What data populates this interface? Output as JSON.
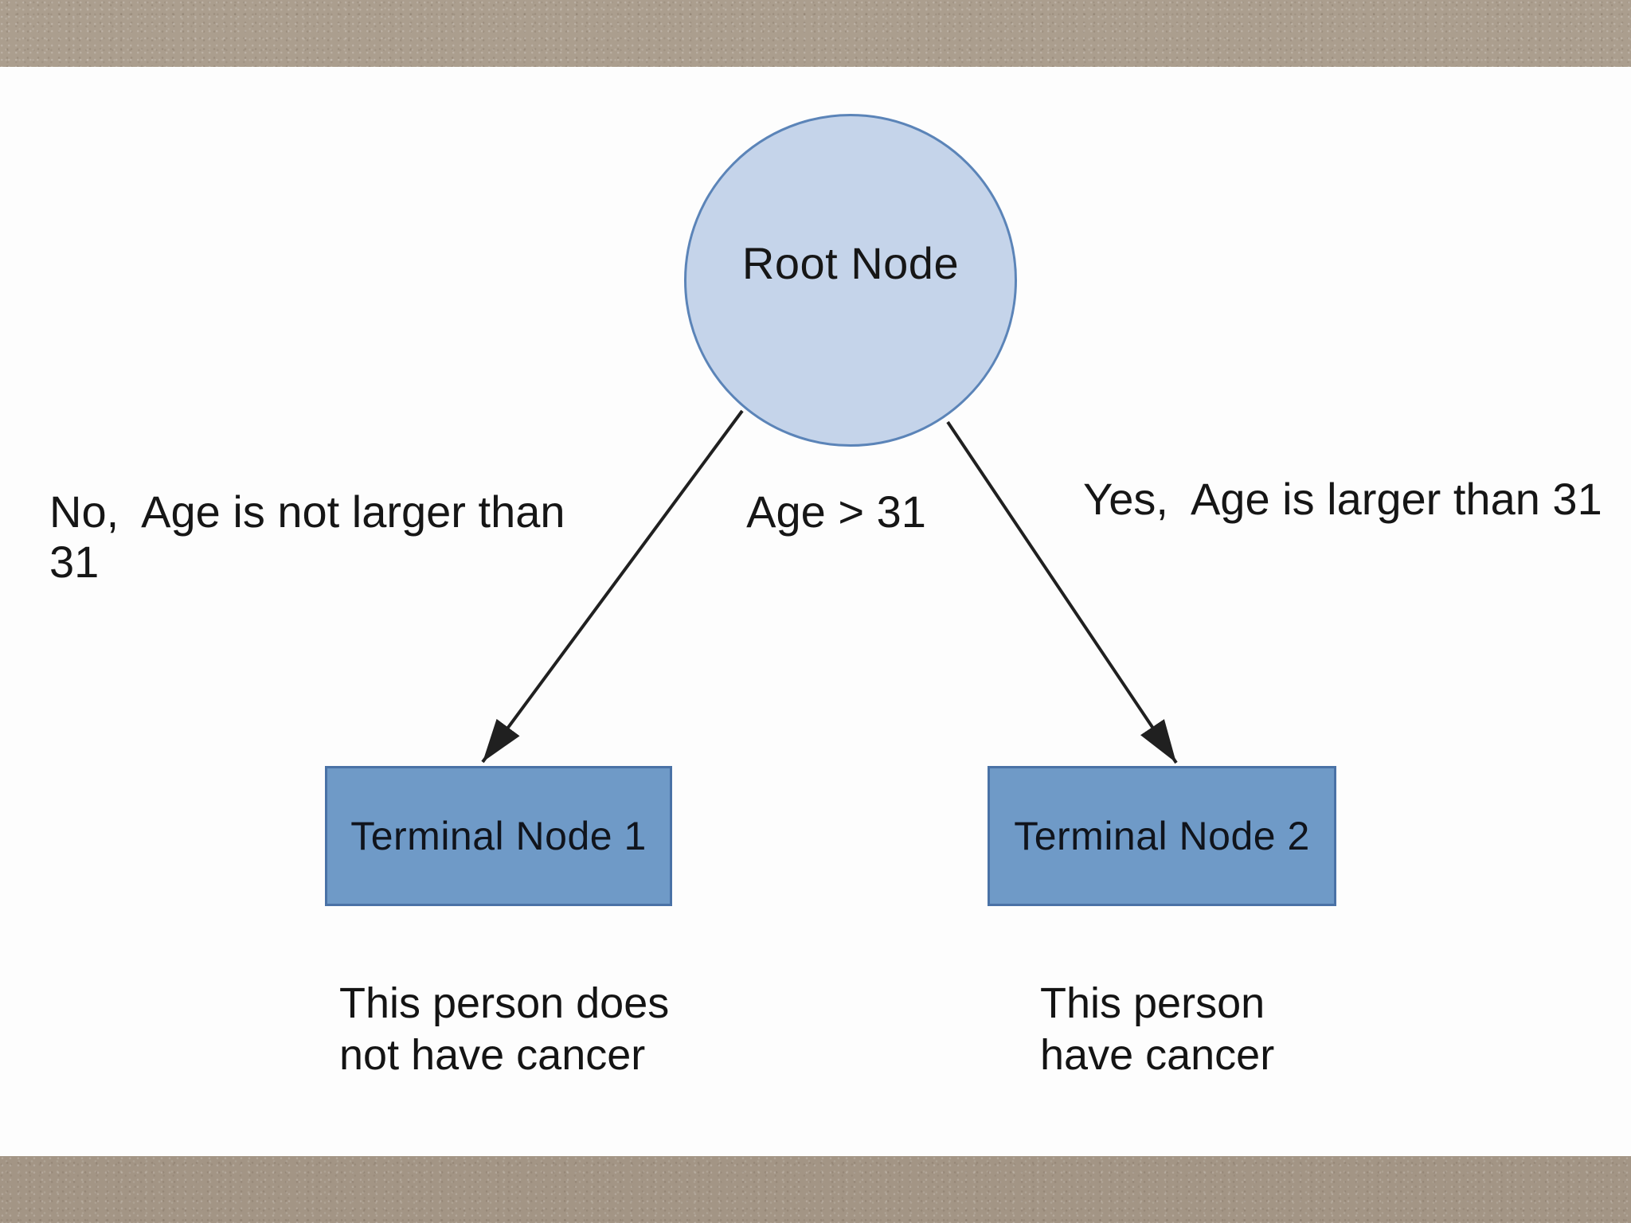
{
  "slide": {
    "background_color": "#fdfdfd",
    "frame_top_color": "#ab9e8e",
    "frame_bottom_color": "#a39585"
  },
  "diagram": {
    "type": "decision-tree",
    "root": {
      "label": "Root Node",
      "fill_color": "#c5d4ea",
      "border_color": "#5b84b8"
    },
    "split_label": "Age > 31",
    "edges": [
      {
        "answer": "no",
        "label": "No,  Age is not larger than\n31"
      },
      {
        "answer": "yes",
        "label": "Yes,  Age is larger than 31"
      }
    ],
    "leaves": [
      {
        "label": "Terminal Node 1",
        "description": "This person does\nnot have cancer",
        "fill_color": "#6f9ac7",
        "border_color": "#4a72a6"
      },
      {
        "label": "Terminal Node 2",
        "description": "This person\nhave cancer",
        "fill_color": "#6f9ac7",
        "border_color": "#4a72a6"
      }
    ],
    "edge_line_color": "#202020"
  }
}
